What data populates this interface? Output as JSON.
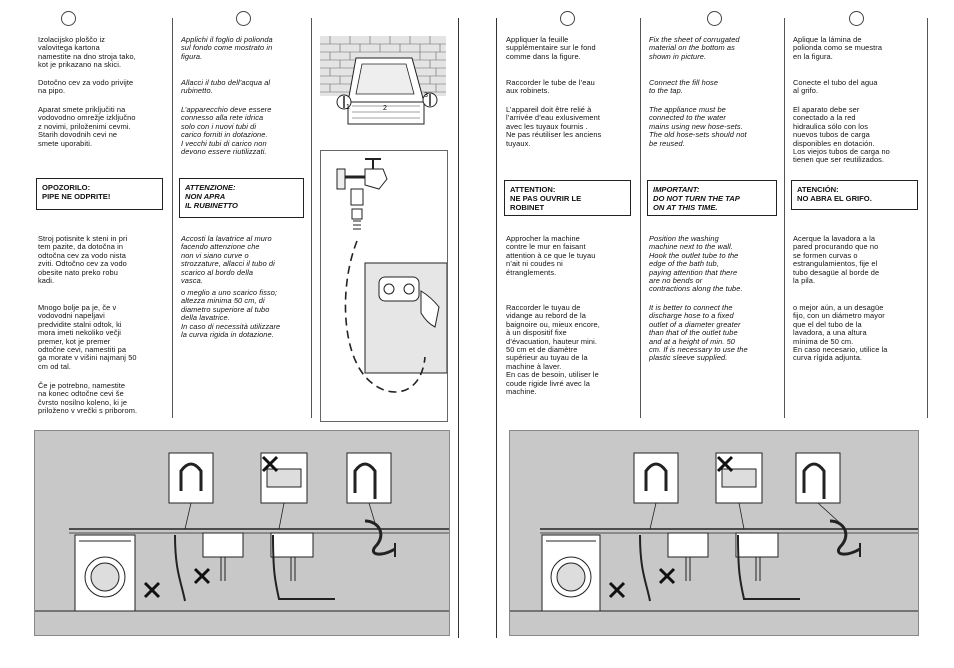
{
  "left_page": {
    "slovenian": {
      "para1": "Izolacijsko ploščo iz\nvalovitega kartona\nnamestite na dno stroja tako,\nkot je prikazano na skici.",
      "para2": "Dotočno cev za vodo privijte\nna pipo.",
      "para3": "Aparat smete priključiti na\nvodovodno omrežje izključno\nz novimi, priloženimi cevmi.\nStarih dovodnih cevi ne\nsmete uporabiti.",
      "warning": "OPOZORILO:\nPIPE NE ODPRITE!",
      "para4": "Stroj potisnite k steni in pri\ntem pazite, da dotočna in\nodtočna cev za vodo nista\nzviti. Odtočno cev za vodo\nobesite nato preko robu\nkadi.",
      "para5": "Mnogo bolje pa je, če v\nvodovodni napeljavi\npredvidite stalni odtok, ki\nmora imeti nekoliko večji\npremer, kot je premer\nodtočne cevi, namestiti pa\nga morate v višini najmanj 50\ncm od tal.",
      "para6": "Če je potrebno, namestite\nna konec odtočne cevi še\nčvrsto nosilno koleno, ki je\npriloženo v vrečki s priborom."
    },
    "italian": {
      "para1": "Applichi il foglio di polionda\nsul fondo come mostrato in\nfigura.",
      "para2": "Allacci il tubo dell’acqua al\nrubinetto.",
      "para3": "L’apparecchio deve essere\nconnesso alla rete idrica\nsolo con i nuovi tubi di\ncarico forniti in dotazione.\nI vecchi tubi di carico non\ndevono essere riutilizzati.",
      "warning": "ATTENZIONE:\nNON APRA\nIL RUBINETTO",
      "para4": "Accosti la lavatrice al muro\nfacendo attenzione che\nnon vi siano curve o\nstrozzature, allacci il tubo di\nscarico al bordo della\nvasca.",
      "para5": "o meglio a uno scarico fisso;\naltezza minima 50 cm, di\ndiametro superiore al tubo\ndella lavatrice.\nIn caso di necessità utilizzare\nla curva rigida in dotazione."
    }
  },
  "right_page": {
    "french": {
      "para1": "Appliquer la feuille\nsupplémentaire sur le fond\ncomme dans la figure.",
      "para2": "Raccorder le tube de l’eau\naux robinets.",
      "para3": "L’appareil doit être relié à\nl’arrivée d’eau exlusivement\navec les tuyaux fournis .\nNe pas réutiliser les anciens\ntuyaux.",
      "warning": "ATTENTION:\nNE PAS OUVRIR LE\nROBINET",
      "para4": "Approcher la machine\ncontre le mur en faisant\nattention à ce que le tuyau\nn’ait ni coudes ni\nétranglements.",
      "para5": "Raccorder le tuyau de\nvidange au rebord de la\nbaignoire ou, mieux encore,\nà un dispositif fixe\nd’évacuation, hauteur mini.\n50 cm et de diamètre\nsupérieur au tuyau de la\nmachine à laver.\nEn cas de besoin, utiliser le\ncoude rigide livré avec la\nmachine."
    },
    "english": {
      "para1": "Fix the sheet of corrugated\nmaterial on the bottom as\nshown in picture.",
      "para2": "Connect the fill hose\nto the tap.",
      "para3": "The appliance must be\nconnected to the water\nmains using new hose-sets.\nThe old hose-sets should not\nbe reused.",
      "warning": "IMPORTANT:\nDO NOT TURN THE TAP\nON AT THIS TIME.",
      "para4": "Position the washing\nmachine next to the wall.\nHook the outlet tube to the\nedge of the bath tub,\npaying attention that there\nare no bends or\ncontractions along the tube.",
      "para5": "It is better to connect the\ndischarge hose to a fixed\noutlet of a diameter greater\nthan that of the outlet tube\nand at a height of min. 50\ncm. If is necessary to use the\nplastic sleeve supplied."
    },
    "spanish": {
      "para1": "Aplique la lámina de\npolionda como se muestra\nen la figura.",
      "para2": " Conecte el tubo del agua\nal grifo.",
      "para3": "El aparato debe ser\nconectado a la red\nhidraulica sólo con los\nnuevos tubos de carga\ndisponibles en dotación.\nLos viejos tubos de carga no\ntienen que ser reutilizados.",
      "warning": "ATENCIÓN:\nNO ABRA EL GRIFO.",
      "para4": "Acerque la lavadora a la\npared procurando que no\nse formen curvas o\nestrangulamientos, fije el\ntubo desagüe al borde de\nla pila.",
      "para5": "o mejor aún, a un desagüe\nfijo, con un diámetro mayor\nque el del tubo de la\nlavadora, a una altura\nmínima de 50 cm.\nEn caso necesario, utilice la\ncurva rígida adjunta."
    }
  },
  "figure_labels": {
    "n1": "1",
    "n2": "2",
    "n3": "3"
  },
  "colors": {
    "panel_bg": "#c8c8c8",
    "line": "#222222"
  }
}
